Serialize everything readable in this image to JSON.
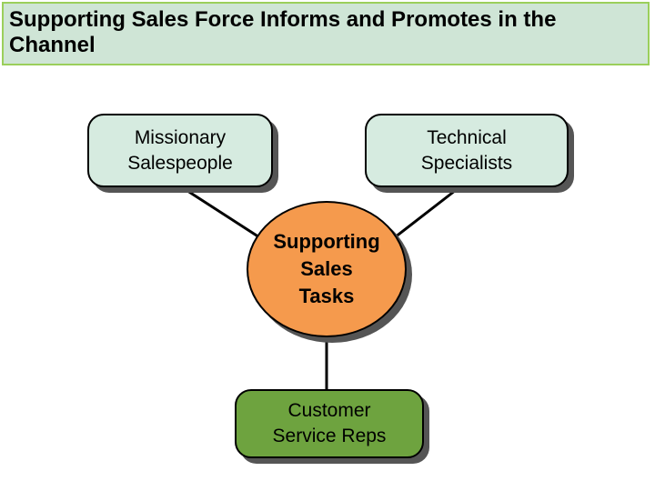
{
  "title": "Supporting Sales Force Informs and Promotes in the Channel",
  "nodes": {
    "missionary": "Missionary\nSalespeople",
    "technical": "Technical\nSpecialists",
    "center": "Supporting\nSales\nTasks",
    "customer_service": "Customer\nService Reps"
  },
  "colors": {
    "title_background": "#cfe5d6",
    "title_border": "#9bcf5b",
    "node_mint": "#d6ebe0",
    "node_orange": "#f59a4d",
    "node_green": "#6ea33f"
  }
}
